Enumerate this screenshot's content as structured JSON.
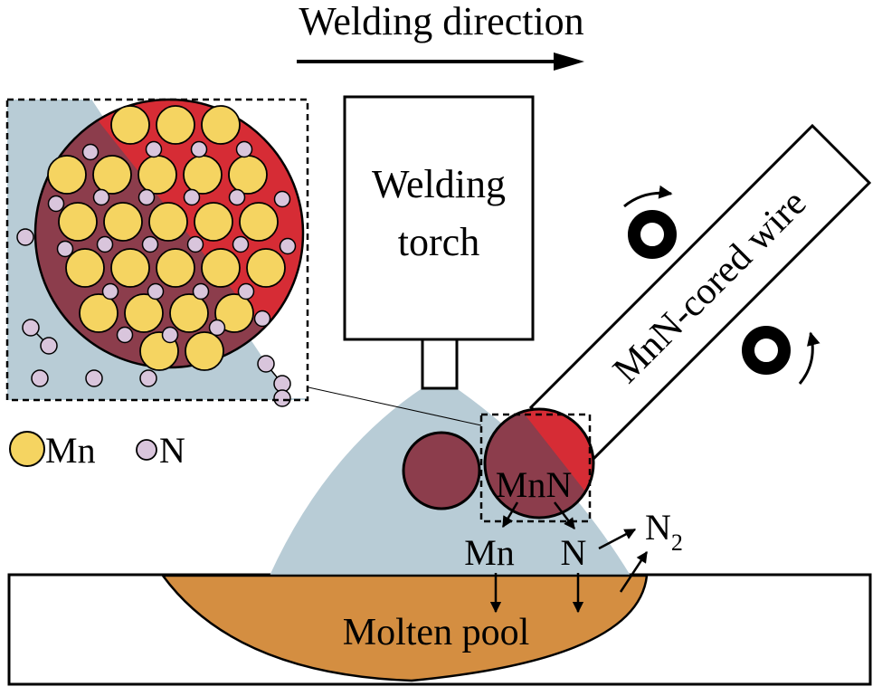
{
  "title": "Welding direction",
  "torch_label_line1": "Welding",
  "torch_label_line2": "torch",
  "wire_label": "MnN-cored wire",
  "droplet_label": "MnN",
  "product_mn": "Mn",
  "product_n": "N",
  "product_n2_base": "N",
  "product_n2_sub": "2",
  "pool_label": "Molten pool",
  "legend": [
    {
      "symbol": "Mn",
      "color": "#f5d461"
    },
    {
      "symbol": "N",
      "color": "#d9c5dc"
    }
  ],
  "colors": {
    "arc": "#b8ccd6",
    "pool": "#d48e41",
    "droplet_dark": "#8c3d4c",
    "droplet_red": "#d62c35",
    "mn_atom": "#f5d461",
    "n_atom": "#d9c5dc",
    "outline": "#000000"
  },
  "icons": [
    "arrow-right-icon",
    "feed-roller-icon",
    "rotation-arrow-icon"
  ]
}
